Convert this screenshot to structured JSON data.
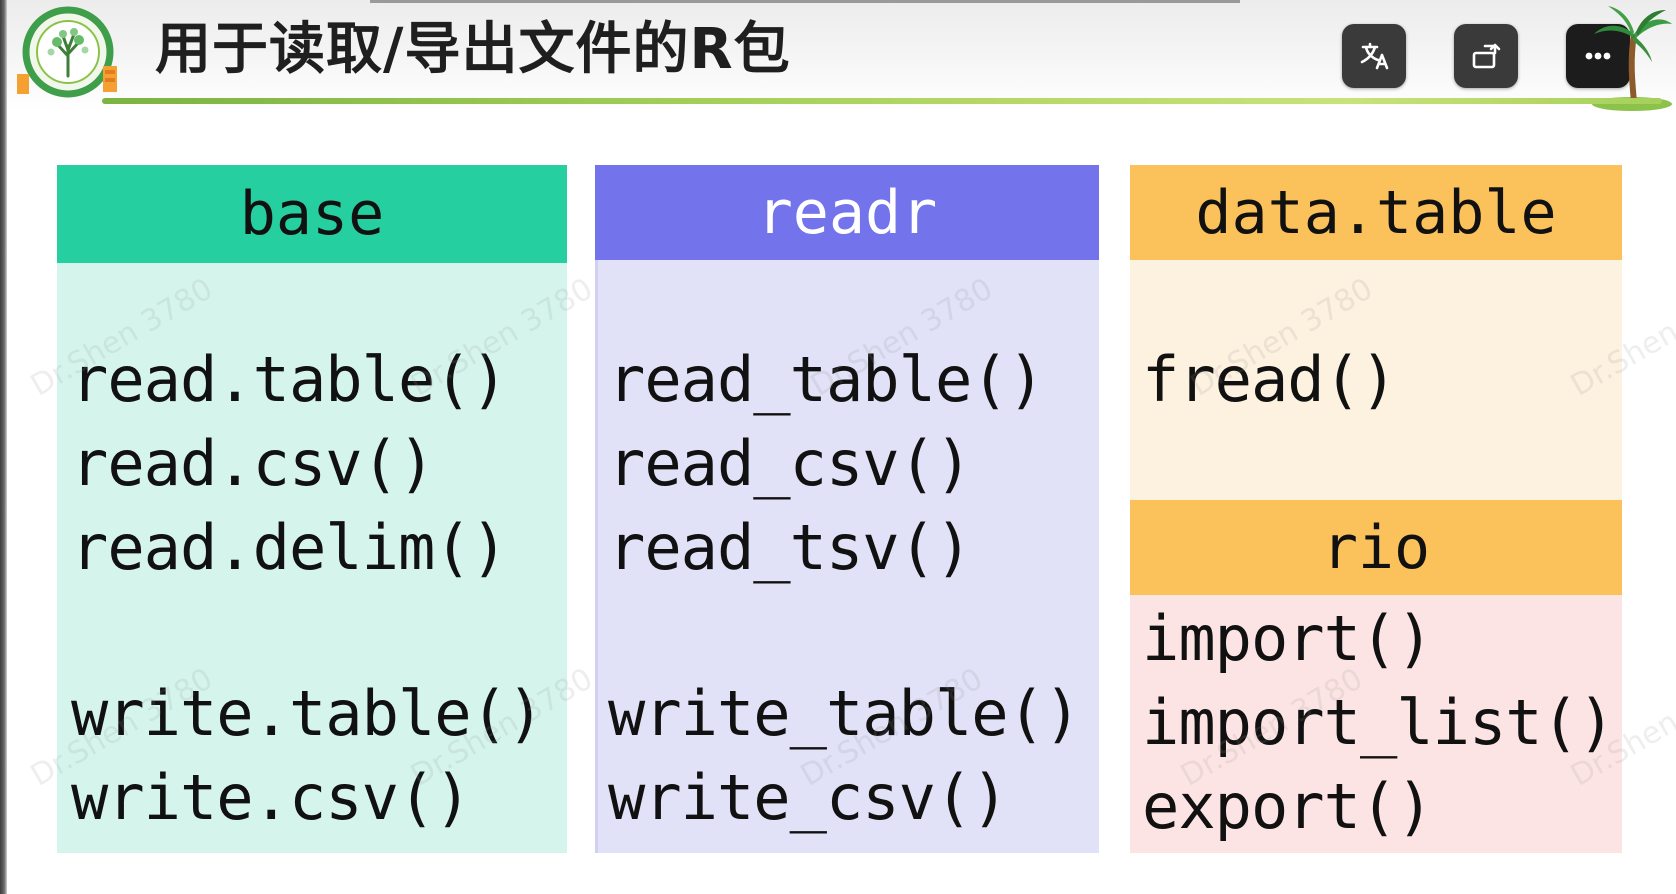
{
  "header": {
    "title": "用于读取/导出文件的R包",
    "buttons": [
      {
        "icon": "translate-icon"
      },
      {
        "icon": "rotate-icon"
      },
      {
        "icon": "more-icon"
      }
    ]
  },
  "watermark": "Dr.Shen 3780",
  "columns": {
    "base": {
      "title": "base",
      "read": [
        "read.table()",
        "read.csv()",
        "read.delim()"
      ],
      "write": [
        "write.table()",
        "write.csv()"
      ],
      "colors": {
        "header": "#26cfa0",
        "body": "#d5f5ec"
      }
    },
    "readr": {
      "title": "readr",
      "read": [
        "read_table()",
        "read_csv()",
        "read_tsv()"
      ],
      "write": [
        "write_table()",
        "write_csv()"
      ],
      "colors": {
        "header": "#7373ec",
        "body": "#e1e1f7"
      }
    },
    "datatable": {
      "title": "data.table",
      "functions": [
        "fread()"
      ],
      "colors": {
        "header": "#fbc25b",
        "body": "#fdf1df"
      }
    },
    "rio": {
      "title": "rio",
      "functions": [
        "import()",
        "import_list()",
        "export()"
      ],
      "colors": {
        "header": "#fb8585",
        "body": "#fde4e4"
      }
    }
  }
}
